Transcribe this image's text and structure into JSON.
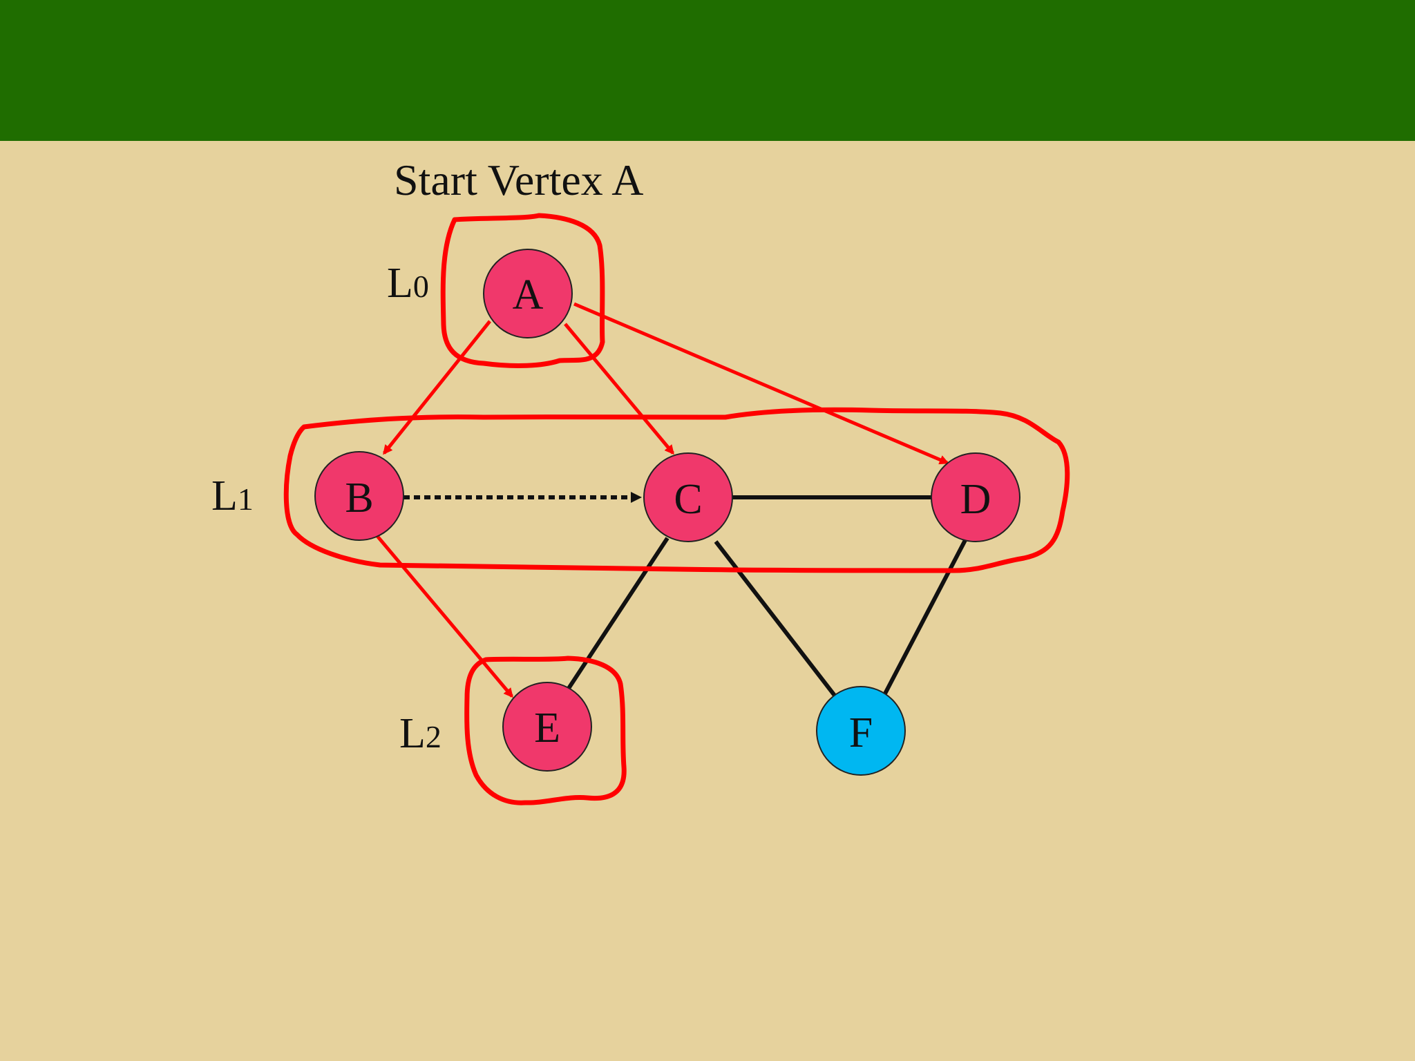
{
  "title": "Start Vertex A",
  "levels": [
    {
      "id": "L0",
      "main": "L",
      "sub": "0"
    },
    {
      "id": "L1",
      "main": "L",
      "sub": "1"
    },
    {
      "id": "L2",
      "main": "L",
      "sub": "2"
    }
  ],
  "nodes": [
    {
      "id": "A",
      "label": "A",
      "color": "#f0386b"
    },
    {
      "id": "B",
      "label": "B",
      "color": "#f0386b"
    },
    {
      "id": "C",
      "label": "C",
      "color": "#f0386b"
    },
    {
      "id": "D",
      "label": "D",
      "color": "#f0386b"
    },
    {
      "id": "E",
      "label": "E",
      "color": "#f0386b"
    },
    {
      "id": "F",
      "label": "F",
      "color": "#00b7f1"
    }
  ],
  "edges": [
    {
      "from": "A",
      "to": "B",
      "style": "tree-arrow"
    },
    {
      "from": "A",
      "to": "C",
      "style": "tree-arrow"
    },
    {
      "from": "A",
      "to": "D",
      "style": "tree-arrow"
    },
    {
      "from": "B",
      "to": "E",
      "style": "tree-arrow"
    },
    {
      "from": "B",
      "to": "C",
      "style": "dotted-arrow"
    },
    {
      "from": "C",
      "to": "D",
      "style": "plain"
    },
    {
      "from": "C",
      "to": "E",
      "style": "plain"
    },
    {
      "from": "C",
      "to": "F",
      "style": "plain"
    },
    {
      "from": "D",
      "to": "F",
      "style": "plain"
    }
  ],
  "colors": {
    "header": "#1f6d00",
    "background": "#e6d29d",
    "annotation": "#ff0000",
    "edge": "#111111"
  }
}
